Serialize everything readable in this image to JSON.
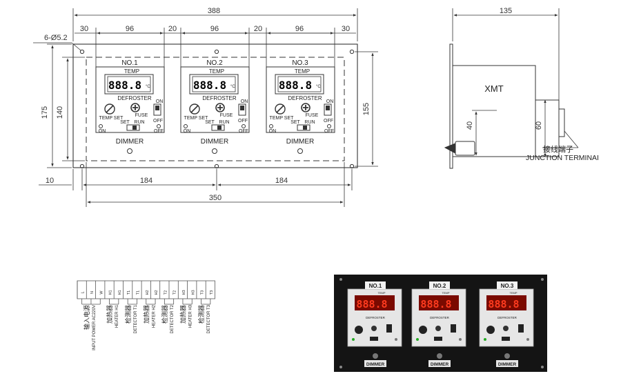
{
  "dimensions": {
    "overall_width": "388",
    "margin_left": "30",
    "module_w_1": "96",
    "gap_1": "20",
    "module_w_2": "96",
    "gap_2": "20",
    "module_w_3": "96",
    "margin_right": "30",
    "hole_note": "6-Ø5.2",
    "height_outer": "175",
    "height_inner": "140",
    "height_right": "155",
    "left_offset": "10",
    "hole_span_1": "184",
    "hole_span_2": "184",
    "cutout_width": "350",
    "depth": "135",
    "side_small": "40",
    "side_terminal": "60"
  },
  "modules": [
    {
      "title": "NO.1",
      "temp": "TEMP",
      "display": "888.8",
      "unit": "°C",
      "defroster": "DEFROSTER",
      "on": "ON",
      "off": "OFF",
      "fuse": "FUSE",
      "temp_set": "TEMP SET",
      "set": "SET",
      "run": "RUN",
      "on2": "ON",
      "off2": "OFF",
      "dimmer": "DIMMER"
    },
    {
      "title": "NO.2",
      "temp": "TEMP",
      "display": "888.8",
      "unit": "°C",
      "defroster": "DEFROSTER",
      "on": "ON",
      "off": "OFF",
      "fuse": "FUSE",
      "temp_set": "TEMP SET",
      "set": "SET",
      "run": "RUN",
      "on2": "ON",
      "off2": "OFF",
      "dimmer": "DIMMER"
    },
    {
      "title": "NO.3",
      "temp": "TEMP",
      "display": "888.8",
      "unit": "°C",
      "defroster": "DEFROSTER",
      "on": "ON",
      "off": "OFF",
      "fuse": "FUSE",
      "temp_set": "TEMP SET",
      "set": "SET",
      "run": "RUN",
      "on2": "ON",
      "off2": "OFF",
      "dimmer": "DIMMER"
    }
  ],
  "side_view": {
    "body_label": "XMT",
    "terminal_cn": "接线端子",
    "terminal_en": "JUNCTION TERMINAI"
  },
  "terminal_block": {
    "pins": [
      "L",
      "N",
      "W",
      "H1",
      "H1",
      "T1",
      "T1",
      "H2",
      "H2",
      "T2",
      "T2",
      "H3",
      "H3",
      "T3",
      "T3"
    ],
    "groups": [
      {
        "cn": "输入电源",
        "en": "INPUT POWER AC220V"
      },
      {
        "cn": "加热器",
        "en": "HEATER H1"
      },
      {
        "cn": "检测器",
        "en": "DETECTOR T1"
      },
      {
        "cn": "加热器",
        "en": "HEATER H2"
      },
      {
        "cn": "检测器",
        "en": "DETECTOR T2"
      },
      {
        "cn": "加热器",
        "en": "HEATER H3"
      },
      {
        "cn": "检测器",
        "en": "DETECTOR T3"
      }
    ]
  },
  "photo": {
    "modules": [
      {
        "title": "NO.1",
        "temp": "TEMP",
        "display": "888.8",
        "defroster": "DEFROSTER",
        "dimmer": "DIMMER"
      },
      {
        "title": "NO.2",
        "temp": "TEMP",
        "display": "888.8",
        "defroster": "DEFROSTER",
        "dimmer": "DIMMER"
      },
      {
        "title": "NO.3",
        "temp": "TEMP",
        "display": "888.8",
        "defroster": "DEFROSTER",
        "dimmer": "DIMMER"
      }
    ]
  },
  "colors": {
    "line": "#333333",
    "panel_black": "#141414",
    "display_red": "#ff3b1f",
    "display_bg": "#7a0a00"
  }
}
